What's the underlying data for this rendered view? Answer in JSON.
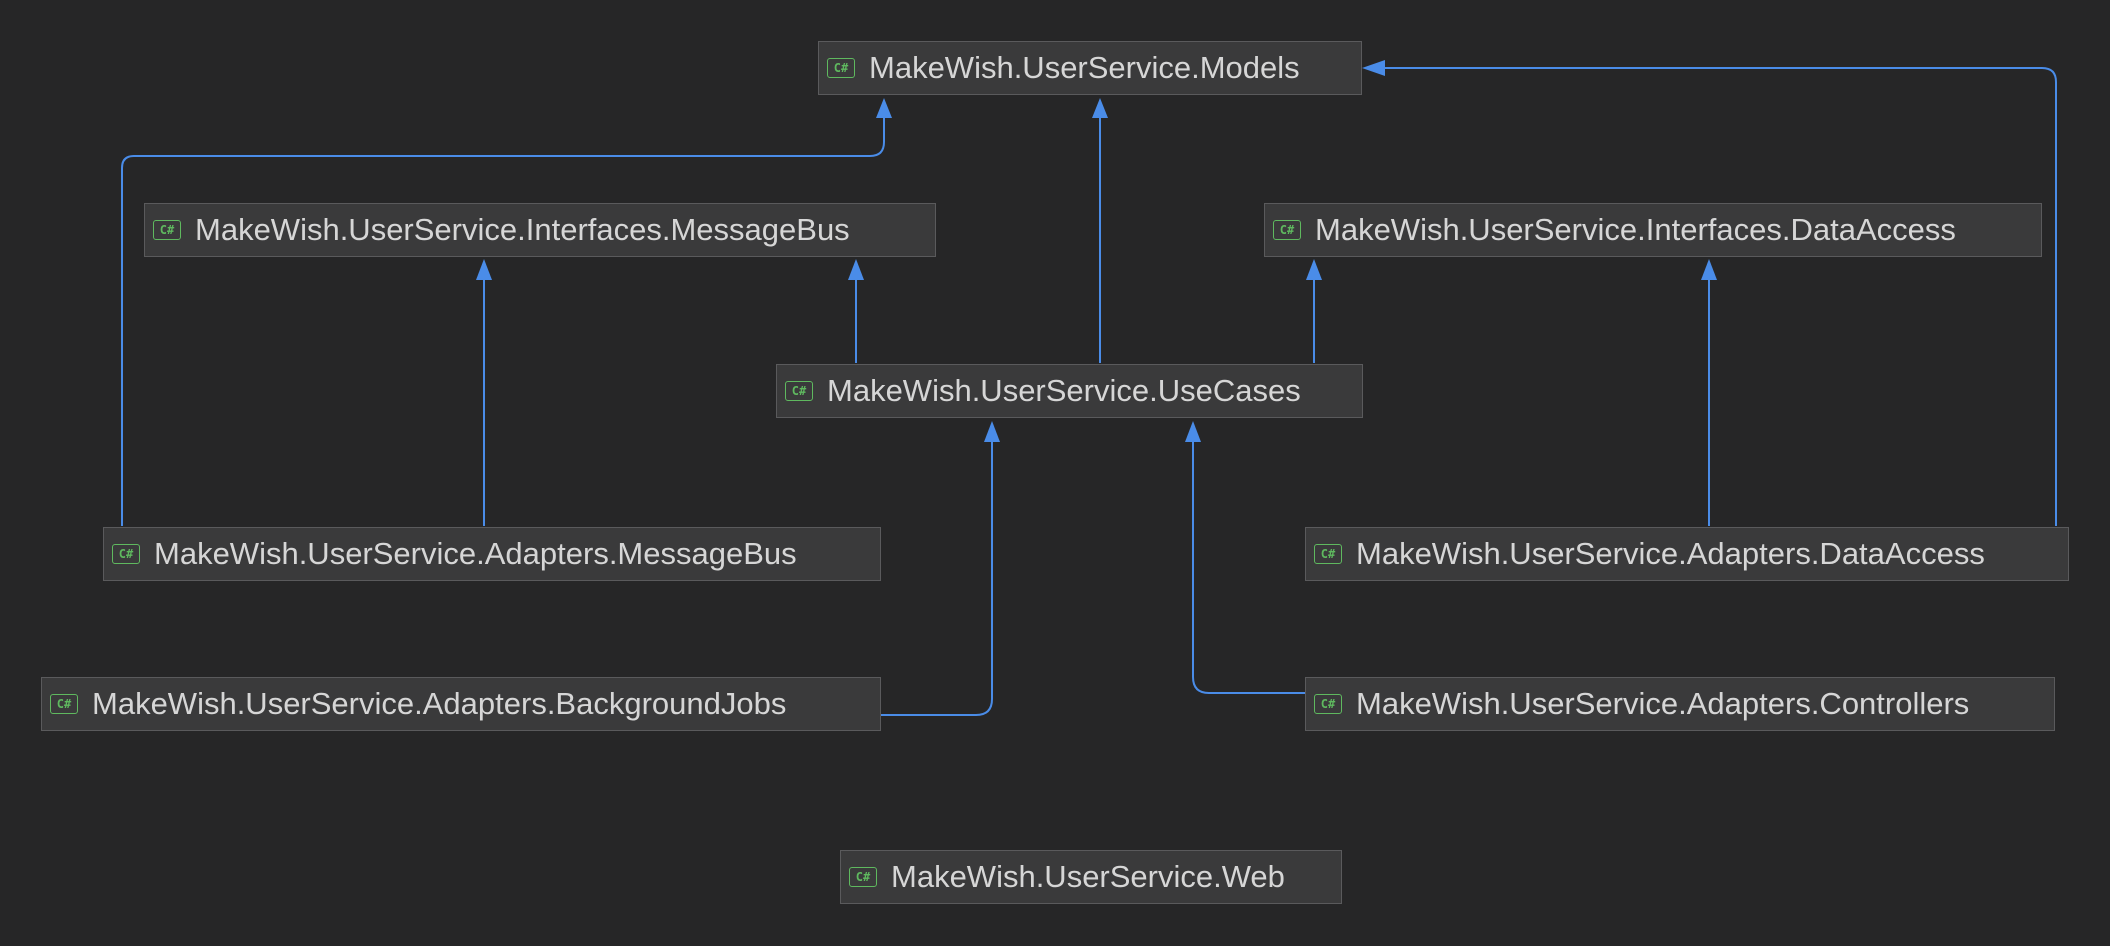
{
  "diagram": {
    "type": "project-dependency-graph",
    "colors": {
      "background": "#262627",
      "node_fill": "#3a3a3b",
      "node_border": "#5a5a5c",
      "node_text": "#d6d6d6",
      "edge": "#4a8ce8",
      "icon": "#5fb95f"
    },
    "icon_text": "C#",
    "nodes": [
      {
        "id": "models",
        "label": "MakeWish.UserService.Models",
        "icon": "csharp-project-icon"
      },
      {
        "id": "ifmb",
        "label": "MakeWish.UserService.Interfaces.MessageBus",
        "icon": "csharp-project-icon"
      },
      {
        "id": "ifda",
        "label": "MakeWish.UserService.Interfaces.DataAccess",
        "icon": "csharp-project-icon"
      },
      {
        "id": "usecases",
        "label": "MakeWish.UserService.UseCases",
        "icon": "csharp-project-icon"
      },
      {
        "id": "admb",
        "label": "MakeWish.UserService.Adapters.MessageBus",
        "icon": "csharp-project-icon"
      },
      {
        "id": "adda",
        "label": "MakeWish.UserService.Adapters.DataAccess",
        "icon": "csharp-project-icon"
      },
      {
        "id": "adbg",
        "label": "MakeWish.UserService.Adapters.BackgroundJobs",
        "icon": "csharp-project-icon"
      },
      {
        "id": "adctl",
        "label": "MakeWish.UserService.Adapters.Controllers",
        "icon": "csharp-project-icon"
      },
      {
        "id": "web",
        "label": "MakeWish.UserService.Web",
        "icon": "csharp-project-icon"
      }
    ],
    "edges": [
      {
        "from": "admb",
        "to": "models"
      },
      {
        "from": "usecases",
        "to": "models"
      },
      {
        "from": "adda",
        "to": "models"
      },
      {
        "from": "admb",
        "to": "ifmb"
      },
      {
        "from": "usecases",
        "to": "ifmb"
      },
      {
        "from": "usecases",
        "to": "ifda"
      },
      {
        "from": "adda",
        "to": "ifda"
      },
      {
        "from": "adbg",
        "to": "usecases"
      },
      {
        "from": "adctl",
        "to": "usecases"
      }
    ]
  }
}
